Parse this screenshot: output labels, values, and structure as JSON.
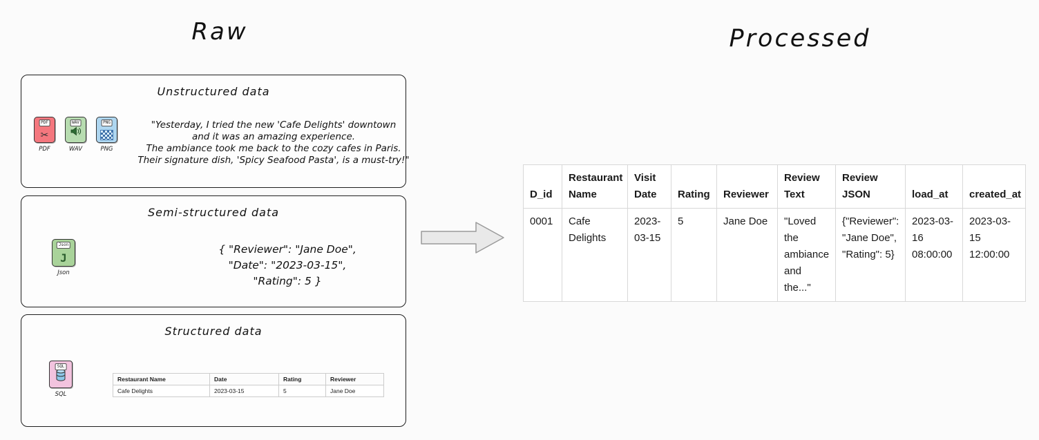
{
  "titles": {
    "raw": "Raw",
    "processed": "Processed"
  },
  "raw_sections": [
    {
      "title": "Unstructured data",
      "lines": [
        "\"Yesterday, I tried the new 'Cafe Delights' downtown",
        "and it was an amazing experience.",
        "The ambiance took me back to the cozy cafes in Paris.",
        "Their signature dish, 'Spicy Seafood Pasta', is a must-try!\""
      ],
      "files": [
        {
          "badge": "PDF",
          "label": "PDF"
        },
        {
          "badge": "WAV",
          "label": "WAV"
        },
        {
          "badge": "PNG",
          "label": "PNG"
        }
      ]
    },
    {
      "title": "Semi-structured data",
      "lines": [
        "{  \"Reviewer\": \"Jane Doe\",",
        "\"Date\": \"2023-03-15\",",
        "\"Rating\": 5   }"
      ],
      "files": [
        {
          "badge": "Json",
          "label": "Json"
        }
      ]
    },
    {
      "title": "Structured data",
      "files": [
        {
          "badge": "SQL",
          "label": "SQL"
        }
      ],
      "table": {
        "headers": [
          "Restaurant Name",
          "Date",
          "Rating",
          "Reviewer"
        ],
        "row": [
          "Cafe Delights",
          "2023-03-15",
          "5",
          "Jane Doe"
        ]
      }
    }
  ],
  "processed_table": {
    "headers": [
      "D_id",
      "Restaurant Name",
      "Visit Date",
      "Rating",
      "Reviewer",
      "Review Text",
      "Review JSON",
      "load_at",
      "created_at"
    ],
    "row": [
      "0001",
      "Cafe Delights",
      "2023-03-15",
      "5",
      "Jane Doe",
      "\"Loved the ambiance and the...\"",
      "{\"Reviewer\": \"Jane Doe\", \"Rating\": 5}",
      "2023-03-16 08:00:00",
      "2023-03-15 12:00:00"
    ]
  },
  "colors": {
    "pdf_icon": "#f4777e",
    "wav_icon": "#b7dcb0",
    "png_icon": "#aed6f0",
    "json_icon": "#a9d39a",
    "sql_icon": "#f2c3de",
    "box_border": "#1e1e1e",
    "table_border": "#d8d8d8"
  }
}
